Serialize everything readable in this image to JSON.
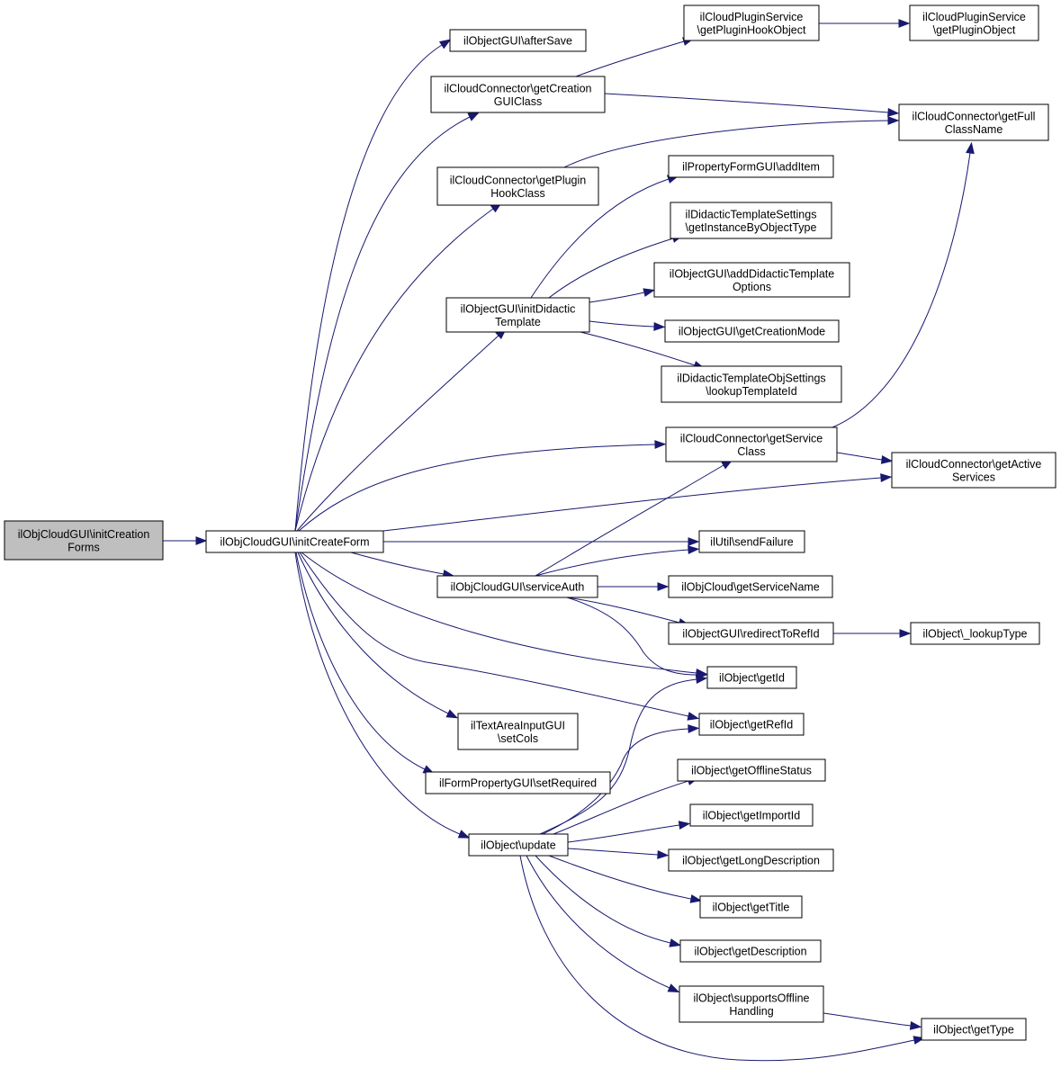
{
  "graph": {
    "nodes": {
      "root": {
        "lines": [
          "ilObjCloudGUI\\initCreation",
          "Forms"
        ]
      },
      "initCreateForm": {
        "lines": [
          "ilObjCloudGUI\\initCreateForm"
        ]
      },
      "afterSave": {
        "lines": [
          "ilObjectGUI\\afterSave"
        ]
      },
      "getCreationGUIClass": {
        "lines": [
          "ilCloudConnector\\getCreation",
          "GUIClass"
        ]
      },
      "getPluginHookObject": {
        "lines": [
          "ilCloudPluginService",
          "\\getPluginHookObject"
        ]
      },
      "getPluginObject": {
        "lines": [
          "ilCloudPluginService",
          "\\getPluginObject"
        ]
      },
      "getFullClassName": {
        "lines": [
          "ilCloudConnector\\getFull",
          "ClassName"
        ]
      },
      "getPluginHookClass": {
        "lines": [
          "ilCloudConnector\\getPlugin",
          "HookClass"
        ]
      },
      "addItem": {
        "lines": [
          "ilPropertyFormGUI\\addItem"
        ]
      },
      "getInstanceByObjectType": {
        "lines": [
          "ilDidacticTemplateSettings",
          "\\getInstanceByObjectType"
        ]
      },
      "addDidacticTemplateOptions": {
        "lines": [
          "ilObjectGUI\\addDidacticTemplate",
          "Options"
        ]
      },
      "initDidacticTemplate": {
        "lines": [
          "ilObjectGUI\\initDidactic",
          "Template"
        ]
      },
      "getCreationMode": {
        "lines": [
          "ilObjectGUI\\getCreationMode"
        ]
      },
      "lookupTemplateId": {
        "lines": [
          "ilDidacticTemplateObjSettings",
          "\\lookupTemplateId"
        ]
      },
      "getServiceClass": {
        "lines": [
          "ilCloudConnector\\getService",
          "Class"
        ]
      },
      "getActiveServices": {
        "lines": [
          "ilCloudConnector\\getActive",
          "Services"
        ]
      },
      "sendFailure": {
        "lines": [
          "ilUtil\\sendFailure"
        ]
      },
      "serviceAuth": {
        "lines": [
          "ilObjCloudGUI\\serviceAuth"
        ]
      },
      "getServiceName": {
        "lines": [
          "ilObjCloud\\getServiceName"
        ]
      },
      "redirectToRefId": {
        "lines": [
          "ilObjectGUI\\redirectToRefId"
        ]
      },
      "lookupType": {
        "lines": [
          "ilObject\\_lookupType"
        ]
      },
      "getId": {
        "lines": [
          "ilObject\\getId"
        ]
      },
      "getRefId": {
        "lines": [
          "ilObject\\getRefId"
        ]
      },
      "setCols": {
        "lines": [
          "ilTextAreaInputGUI",
          "\\setCols"
        ]
      },
      "setRequired": {
        "lines": [
          "ilFormPropertyGUI\\setRequired"
        ]
      },
      "getOfflineStatus": {
        "lines": [
          "ilObject\\getOfflineStatus"
        ]
      },
      "getImportId": {
        "lines": [
          "ilObject\\getImportId"
        ]
      },
      "update": {
        "lines": [
          "ilObject\\update"
        ]
      },
      "getLongDescription": {
        "lines": [
          "ilObject\\getLongDescription"
        ]
      },
      "getTitle": {
        "lines": [
          "ilObject\\getTitle"
        ]
      },
      "getDescription": {
        "lines": [
          "ilObject\\getDescription"
        ]
      },
      "supportsOfflineHandling": {
        "lines": [
          "ilObject\\supportsOffline",
          "Handling"
        ]
      },
      "getType": {
        "lines": [
          "ilObject\\getType"
        ]
      }
    },
    "edges": [
      [
        "root",
        "initCreateForm"
      ],
      [
        "initCreateForm",
        "afterSave"
      ],
      [
        "initCreateForm",
        "getCreationGUIClass"
      ],
      [
        "initCreateForm",
        "getPluginHookClass"
      ],
      [
        "initCreateForm",
        "initDidacticTemplate"
      ],
      [
        "initCreateForm",
        "getServiceClass"
      ],
      [
        "initCreateForm",
        "getActiveServices"
      ],
      [
        "initCreateForm",
        "sendFailure"
      ],
      [
        "initCreateForm",
        "serviceAuth"
      ],
      [
        "initCreateForm",
        "getId"
      ],
      [
        "initCreateForm",
        "getRefId"
      ],
      [
        "initCreateForm",
        "setCols"
      ],
      [
        "initCreateForm",
        "setRequired"
      ],
      [
        "initCreateForm",
        "update"
      ],
      [
        "getCreationGUIClass",
        "getPluginHookObject"
      ],
      [
        "getCreationGUIClass",
        "getFullClassName"
      ],
      [
        "getPluginHookObject",
        "getPluginObject"
      ],
      [
        "getPluginHookClass",
        "getFullClassName"
      ],
      [
        "initDidacticTemplate",
        "addItem"
      ],
      [
        "initDidacticTemplate",
        "getInstanceByObjectType"
      ],
      [
        "initDidacticTemplate",
        "addDidacticTemplateOptions"
      ],
      [
        "initDidacticTemplate",
        "getCreationMode"
      ],
      [
        "initDidacticTemplate",
        "lookupTemplateId"
      ],
      [
        "getServiceClass",
        "getFullClassName"
      ],
      [
        "getServiceClass",
        "getActiveServices"
      ],
      [
        "serviceAuth",
        "getServiceClass"
      ],
      [
        "serviceAuth",
        "sendFailure"
      ],
      [
        "serviceAuth",
        "getServiceName"
      ],
      [
        "serviceAuth",
        "redirectToRefId"
      ],
      [
        "serviceAuth",
        "getId"
      ],
      [
        "redirectToRefId",
        "lookupType"
      ],
      [
        "update",
        "getId"
      ],
      [
        "update",
        "getRefId"
      ],
      [
        "update",
        "getOfflineStatus"
      ],
      [
        "update",
        "getImportId"
      ],
      [
        "update",
        "getLongDescription"
      ],
      [
        "update",
        "getTitle"
      ],
      [
        "update",
        "getDescription"
      ],
      [
        "update",
        "supportsOfflineHandling"
      ],
      [
        "update",
        "getType"
      ],
      [
        "supportsOfflineHandling",
        "getType"
      ]
    ]
  }
}
